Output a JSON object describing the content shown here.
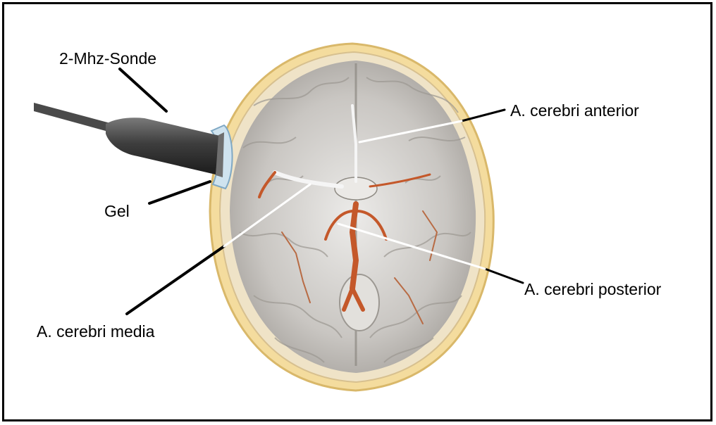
{
  "labels": {
    "probe": "2-Mhz-Sonde",
    "gel": "Gel",
    "anterior": "A. cerebri anterior",
    "media": "A. cerebri media",
    "posterior": "A. cerebri posterior"
  },
  "colors": {
    "skull": "#f2d89a",
    "brain": "#d9d6d2",
    "artery": "#c4582a",
    "probe": "#3a3a3a",
    "gel": "#cfe3ef"
  },
  "icons": {
    "probe": "ultrasound-probe-icon",
    "brain": "brain-axial-section-icon"
  }
}
